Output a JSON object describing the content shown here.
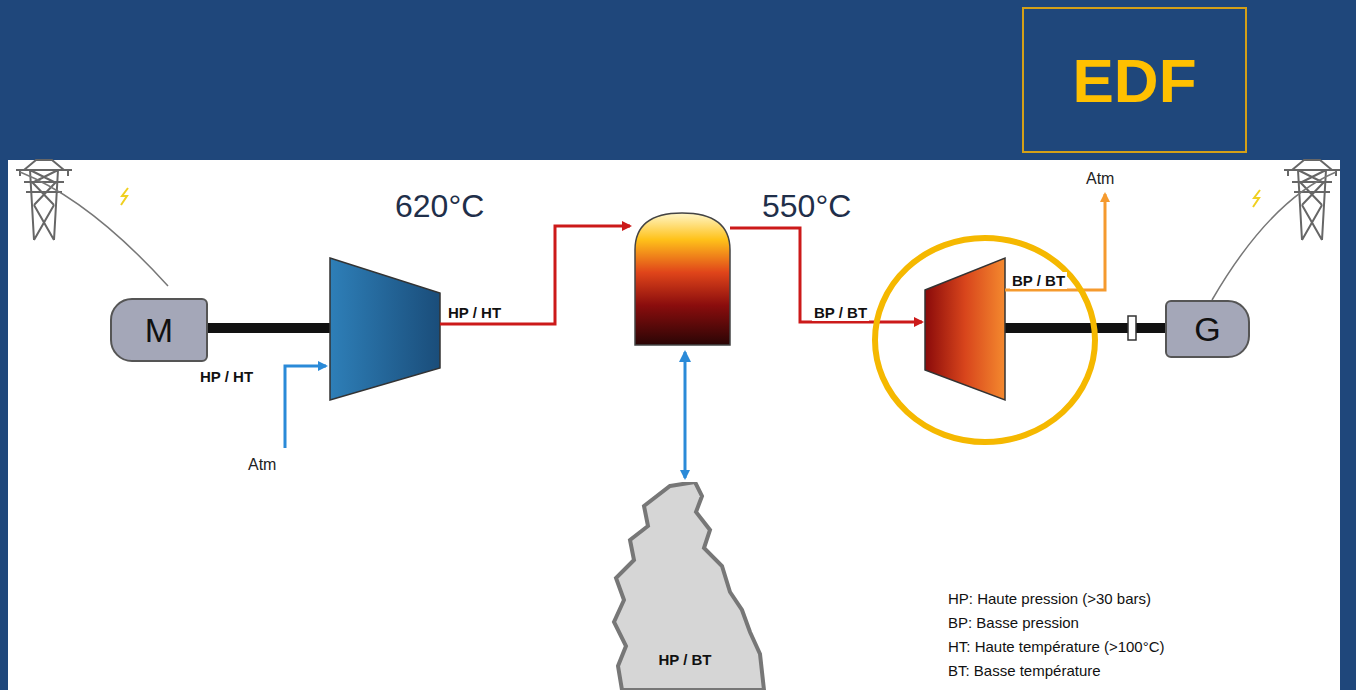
{
  "diagram": {
    "nodes": [
      {
        "text": [
          "EDF"
        ]
      },
      {
        "text": [
          "M"
        ]
      },
      {
        "text": [
          "G"
        ]
      },
      {
        "text": [
          "HP / BT"
        ]
      }
    ],
    "labels": [
      "620°C",
      "550°C",
      "Atm",
      "BP / BT",
      "HP / HT",
      "HP / HT",
      "BP / BT",
      "Atm",
      "HP: Haute pression (>30 bars)",
      "BP: Basse pression",
      "HT: Haute température (>100°C)",
      "BT: Basse température"
    ]
  }
}
